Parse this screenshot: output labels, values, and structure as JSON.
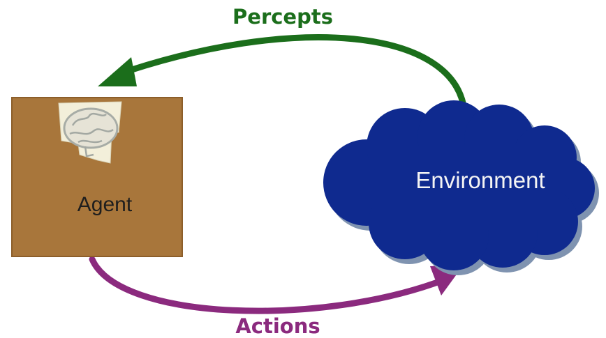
{
  "labels": {
    "percepts": "Percepts",
    "actions": "Actions",
    "agent": "Agent",
    "environment": "Environment"
  },
  "icons": {
    "agent_icon": "brain-icon"
  },
  "colors": {
    "percepts_arrow": "#1b6e1b",
    "actions_arrow": "#8b2a7e",
    "agent_box": "#a8763b",
    "environment_cloud": "#0f2a8f"
  }
}
